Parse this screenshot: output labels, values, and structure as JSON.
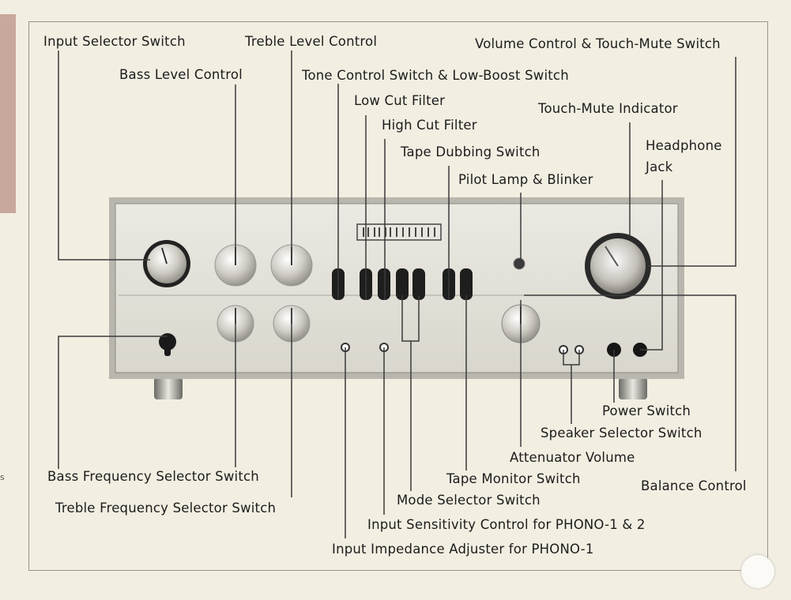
{
  "labels": {
    "input_selector": "Input Selector Switch",
    "treble_level": "Treble Level Control",
    "volume_touch_mute": "Volume Control & Touch-Mute Switch",
    "bass_level": "Bass Level Control",
    "tone_low_boost": "Tone Control Switch & Low-Boost Switch",
    "low_cut": "Low Cut Filter",
    "touch_mute_indicator": "Touch-Mute Indicator",
    "high_cut": "High Cut Filter",
    "headphone": "Headphone",
    "jack": "Jack",
    "tape_dubbing": "Tape Dubbing Switch",
    "pilot_lamp": "Pilot Lamp & Blinker",
    "power_switch": "Power Switch",
    "speaker_selector": "Speaker Selector Switch",
    "attenuator": "Attenuator Volume",
    "bass_freq": "Bass Frequency Selector Switch",
    "tape_monitor": "Tape Monitor Switch",
    "balance": "Balance Control",
    "treble_freq": "Treble Frequency Selector Switch",
    "mode_selector": "Mode Selector Switch",
    "input_sensitivity": "Input Sensitivity Control for PHONO-1 & 2",
    "input_impedance": "Input Impedance Adjuster for PHONO-1"
  },
  "side_mark": "s",
  "colors": {
    "background": "#f2eee1",
    "panel": "#e4e1d8",
    "leader": "#3a3a3a",
    "tab": "#c8a89c"
  }
}
